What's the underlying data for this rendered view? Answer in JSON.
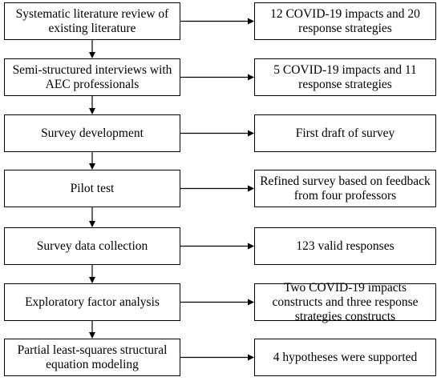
{
  "steps": [
    {
      "left": "Systematic literature review of existing literature",
      "right": "12 COVID-19 impacts and 20 response strategies"
    },
    {
      "left": "Semi-structured interviews with AEC professionals",
      "right": "5 COVID-19 impacts and 11 response strategies"
    },
    {
      "left": "Survey development",
      "right": "First draft of survey"
    },
    {
      "left": "Pilot test",
      "right": "Refined survey based on feedback from four professors"
    },
    {
      "left": "Survey data collection",
      "right": "123 valid responses"
    },
    {
      "left": "Exploratory factor analysis",
      "right": "Two COVID-19 impacts constructs and three response strategies constructs"
    },
    {
      "left": "Partial least-squares structural equation modeling",
      "right": "4 hypotheses were supported"
    }
  ]
}
